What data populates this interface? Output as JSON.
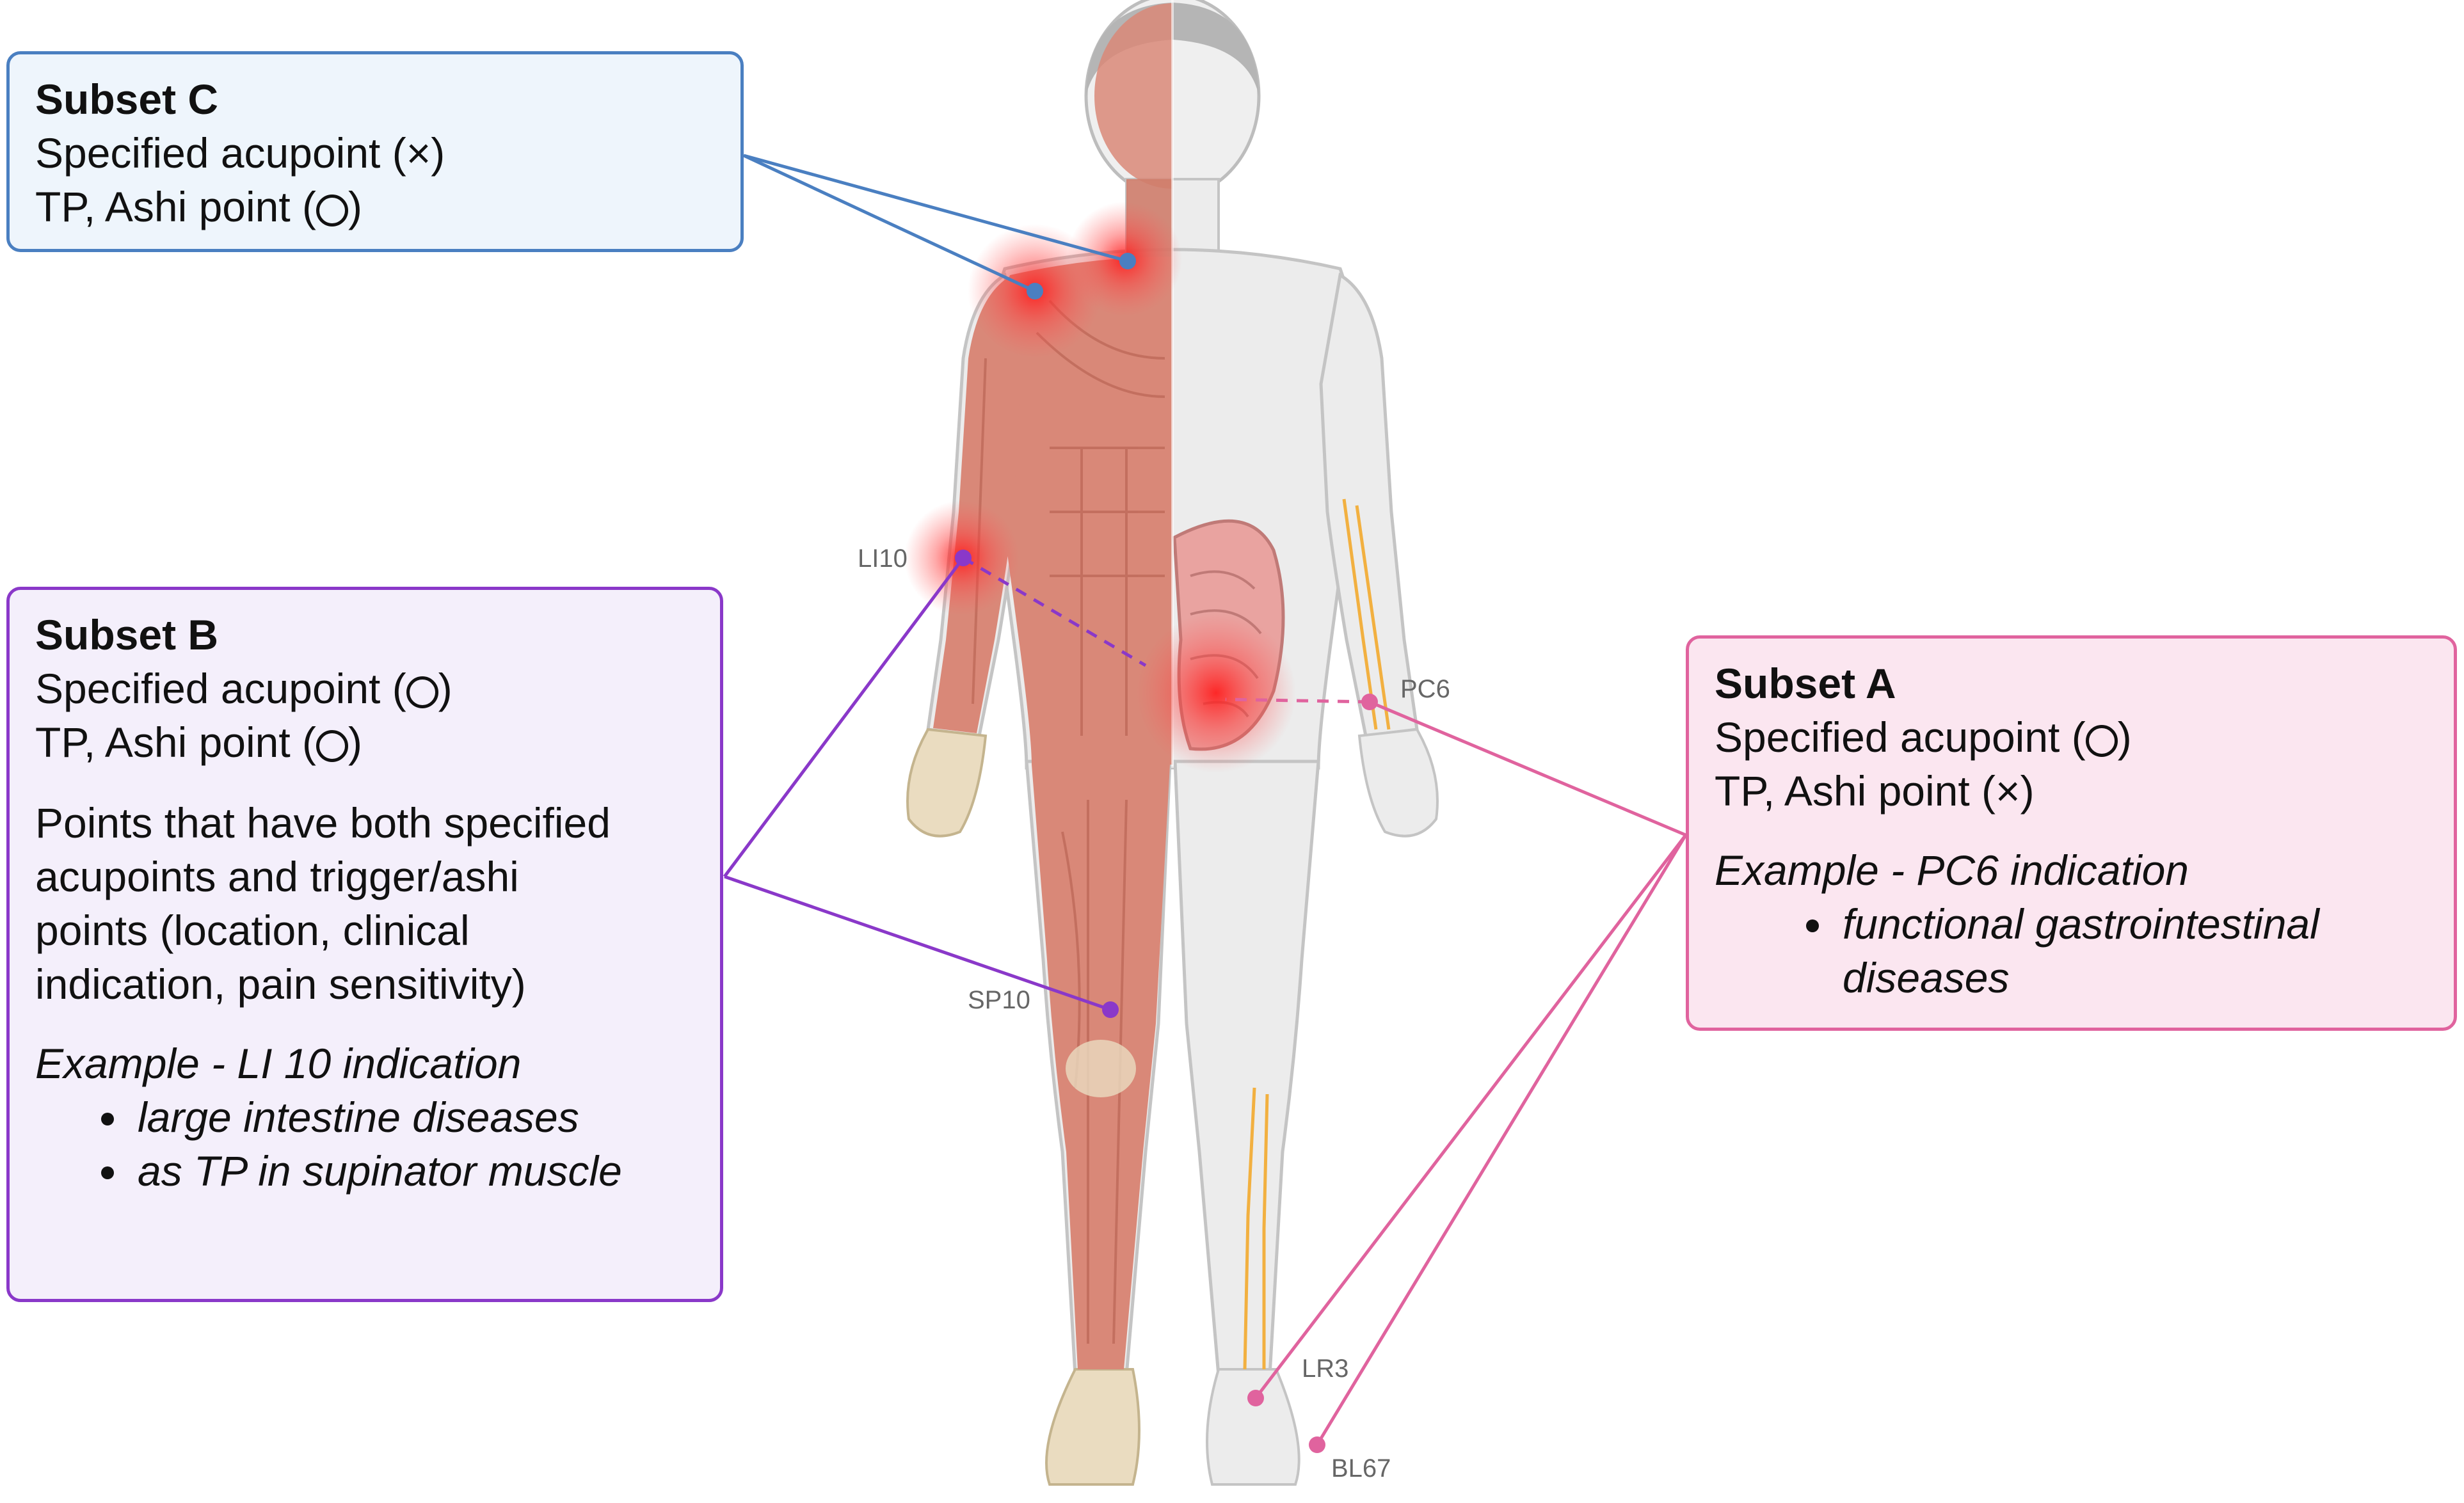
{
  "panels": {
    "subset_c": {
      "title": "Subset C",
      "line1": "Specified acupoint (",
      "line1_mark": "×",
      "line2": "TP, Ashi point (",
      "close": ")"
    },
    "subset_b": {
      "title": "Subset B",
      "line1": "Specified acupoint (",
      "line2": "TP, Ashi point (",
      "close": ")",
      "desc": [
        "Points that have both specified",
        "acupoints and trigger/ashi",
        "points (location, clinical",
        "indication, pain sensitivity)"
      ],
      "example": "Example - LI 10 indication",
      "bullets": [
        "large intestine diseases",
        "as TP in supinator muscle"
      ]
    },
    "subset_a": {
      "title": "Subset A",
      "line1": "Specified acupoint (",
      "line2": "TP, Ashi point (",
      "line2_mark": "×",
      "close": ")",
      "example": "Example - PC6 indication",
      "bullets": [
        "functional gastrointestinal diseases"
      ]
    }
  },
  "points": {
    "li10": "LI10",
    "pc6": "PC6",
    "sp10": "SP10",
    "lr3": "LR3",
    "bl67": "BL67"
  },
  "colors": {
    "subset_a": "#e0639e",
    "subset_b": "#8a38c9",
    "subset_c": "#4a7fc1",
    "muscle": "#d98878",
    "skin": "#e9e9e9",
    "glow": "#ff2a2a"
  }
}
